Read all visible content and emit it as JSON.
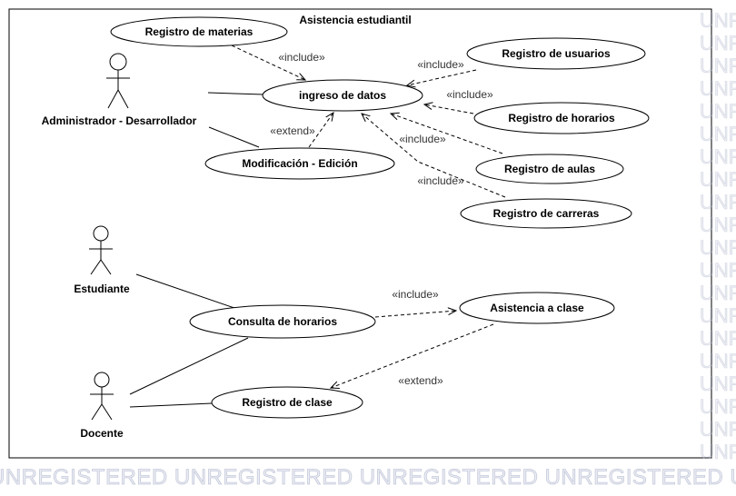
{
  "diagram": {
    "title": "Asistencia estudiantil",
    "actors": {
      "admin": "Administrador - Desarrollador",
      "estudiante": "Estudiante",
      "docente": "Docente"
    },
    "use_cases": {
      "registro_materias": "Registro de materias",
      "ingreso_datos": "ingreso de datos",
      "modificacion": "Modificación - Edición",
      "registro_usuarios": "Registro de usuarios",
      "registro_horarios": "Registro de horarios",
      "registro_aulas": "Registro de aulas",
      "registro_carreras": "Registro de carreras",
      "consulta_horarios": "Consulta de horarios",
      "asistencia_clase": "Asistencia a clase",
      "registro_clase": "Registro de clase"
    },
    "stereotypes": {
      "include": "«include»",
      "extend": "«extend»"
    }
  },
  "watermark": {
    "text": "UNREGISTERED"
  }
}
